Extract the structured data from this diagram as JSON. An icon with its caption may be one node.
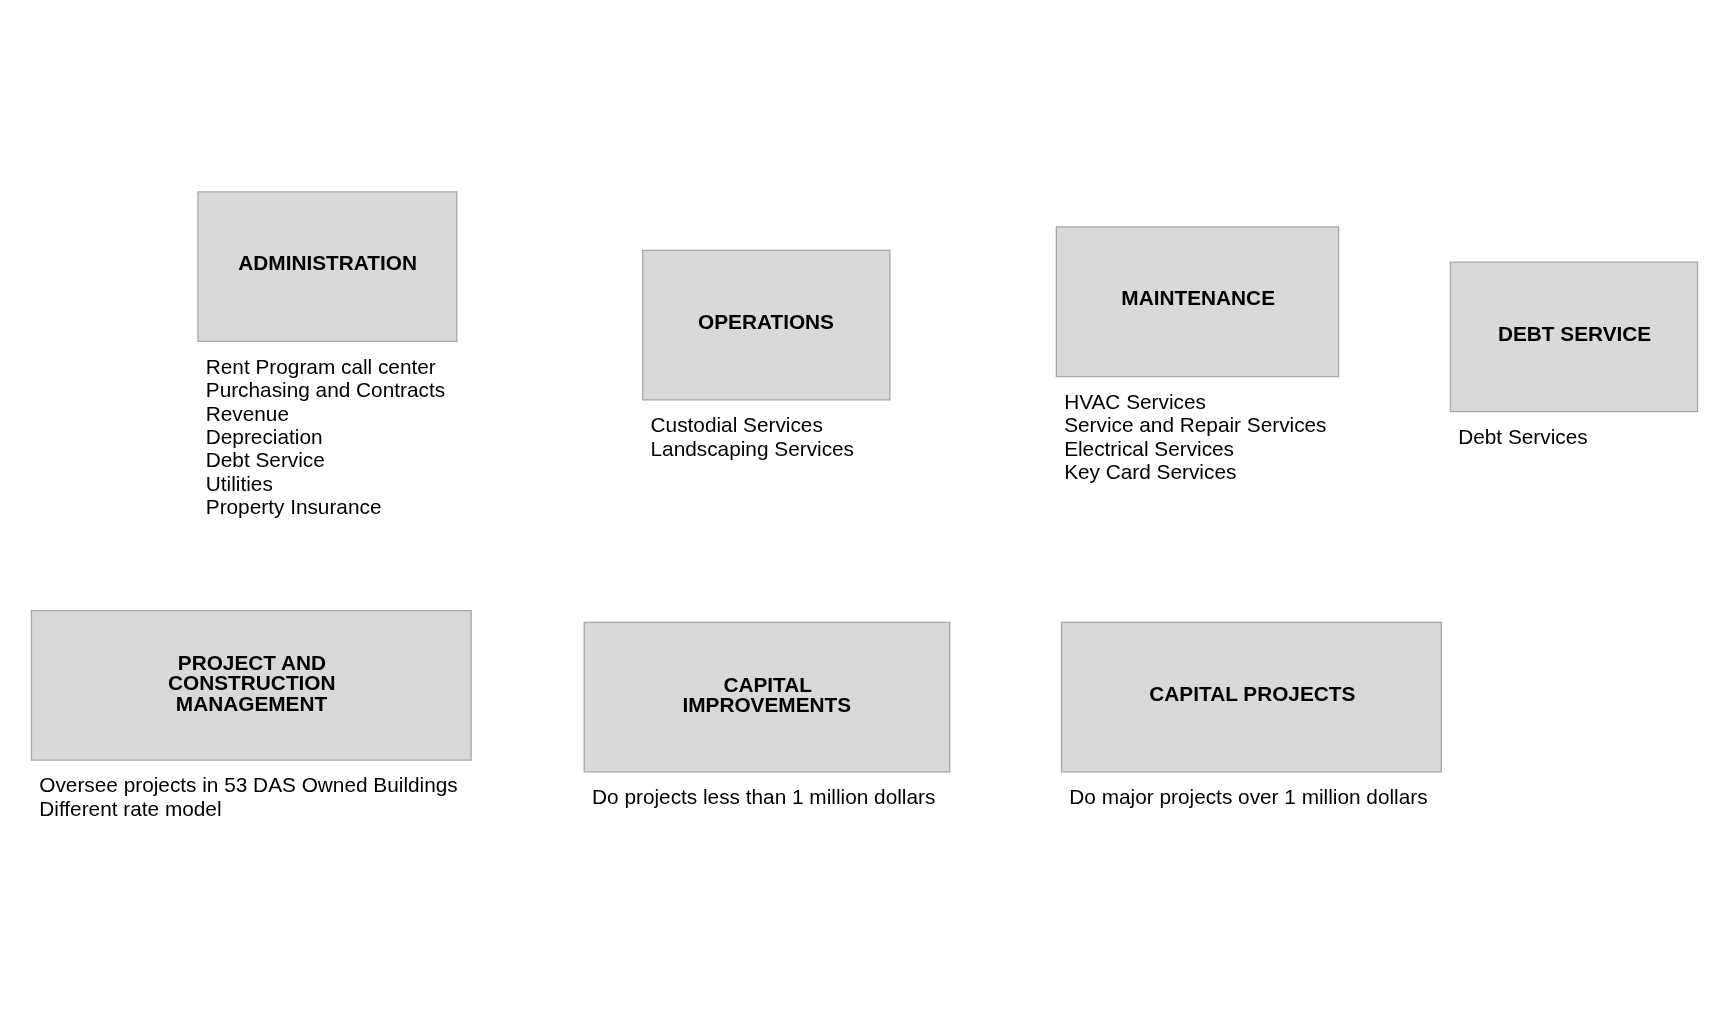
{
  "diagram": {
    "nodes": [
      {
        "text": [
          "ADMINISTRATION"
        ],
        "beside": [
          "Rent Program call center",
          "Purchasing and Contracts",
          "Revenue",
          "Depreciation",
          "Debt Service",
          "Utilities",
          "Property Insurance"
        ]
      },
      {
        "text": [
          "OPERATIONS"
        ],
        "beside": [
          "Custodial Services",
          "Landscaping Services"
        ]
      },
      {
        "text": [
          "MAINTENANCE"
        ],
        "beside": [
          "HVAC Services",
          "Service and Repair Services",
          "Electrical Services",
          "Key Card Services"
        ]
      },
      {
        "text": [
          "DEBT SERVICE"
        ],
        "beside": [
          "Debt Services"
        ]
      },
      {
        "text": [
          "PROJECT AND CONSTRUCTION MANAGEMENT"
        ],
        "beside": [
          "Oversee projects in 53 DAS Owned Buildings",
          "Different rate model"
        ]
      },
      {
        "text": [
          "CAPITAL IMPROVEMENTS"
        ],
        "beside": [
          "Do projects less than 1 million dollars"
        ]
      },
      {
        "text": [
          "CAPITAL PROJECTS"
        ],
        "beside": [
          "Do major projects over 1 million dollars"
        ]
      }
    ],
    "edges": []
  }
}
